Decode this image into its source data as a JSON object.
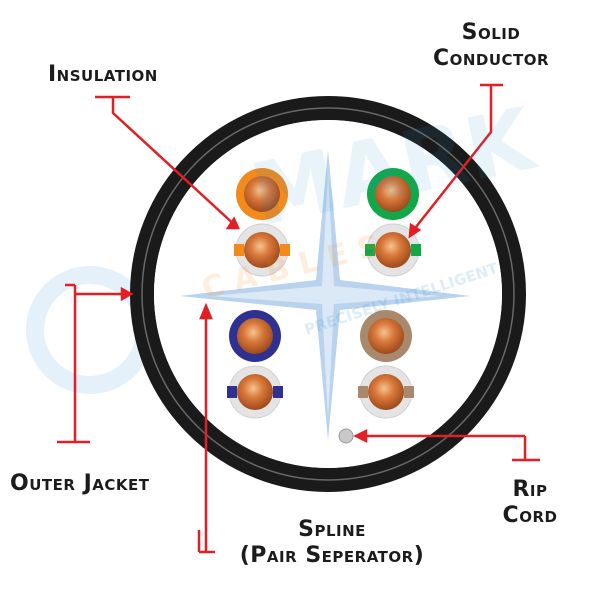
{
  "labels": {
    "insulation": "Insulation",
    "solid_conductor": [
      "Solid",
      "Conductor"
    ],
    "outer_jacket": "Outer Jacket",
    "rip_cord": [
      "Rip",
      "Cord"
    ],
    "spline": [
      "Spline",
      "(Pair Seperator)"
    ]
  },
  "watermark": {
    "brand": "MARK",
    "sub": "C A B L E S",
    "tagline": "PRECISELY INTELLIGENT"
  },
  "colors": {
    "leader": "#e31e24",
    "jacket": "#1a1a1a",
    "orange": "#f28a1c",
    "green": "#12a84a",
    "blue": "#2e3192",
    "brown": "#a8896c",
    "copper": "#c8642b",
    "spline": "#a9c8e6"
  }
}
